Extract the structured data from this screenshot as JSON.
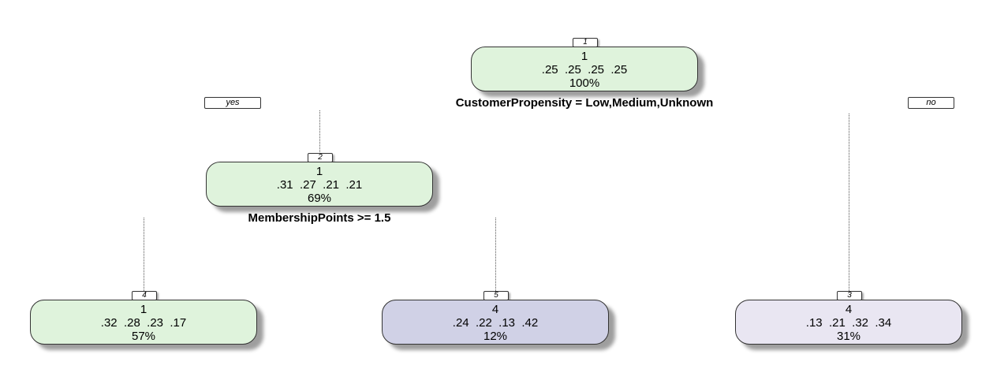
{
  "colors": {
    "green_node": "#dff3dc",
    "blue_node": "#d0d1e6",
    "lavender_node": "#e9e6f2",
    "connector": "#555555"
  },
  "tree": {
    "branch_labels": {
      "left": "yes",
      "right": "no"
    },
    "nodes": {
      "n1": {
        "id": "1",
        "class": "1",
        "probs": ".25  .25  .25  .25",
        "pct": "100%",
        "split": "CustomerPropensity = Low,Medium,Unknown"
      },
      "n2": {
        "id": "2",
        "class": "1",
        "probs": ".31  .27  .21  .21",
        "pct": "69%",
        "split": "MembershipPoints >= 1.5"
      },
      "n4": {
        "id": "4",
        "class": "1",
        "probs": ".32  .28  .23  .17",
        "pct": "57%"
      },
      "n5": {
        "id": "5",
        "class": "4",
        "probs": ".24  .22  .13  .42",
        "pct": "12%"
      },
      "n3": {
        "id": "3",
        "class": "4",
        "probs": ".13  .21  .32  .34",
        "pct": "31%"
      }
    }
  }
}
